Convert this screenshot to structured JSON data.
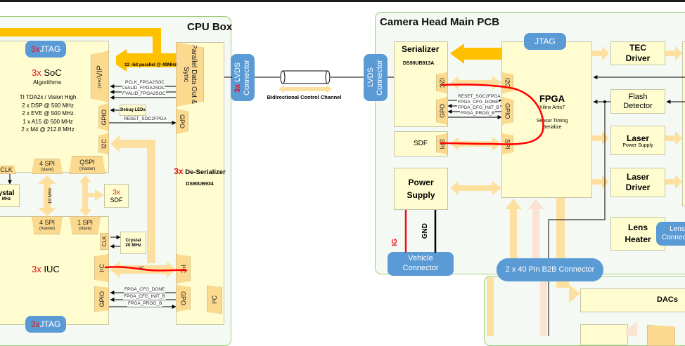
{
  "cpu_box": {
    "title": "CPU Box",
    "soc": {
      "count": "3x",
      "name": "SoC",
      "subtitle": "Algorithms",
      "specs": [
        "TI TDA2x / Vision High",
        "2 x DSP @ 500 MHz",
        "2 x EVE @ 500 MHz",
        "1 x A15 @ 500 MHz",
        "2 x M4 @ 212.8 MHz"
      ],
      "jtag": {
        "count": "3x",
        "label": "JTAG"
      },
      "ports": {
        "vip": "VIP",
        "vip_sub": "(sink)",
        "gpio": "GPIO",
        "i2c": "I2C",
        "clk": "CLK",
        "spi4": "4 SPI",
        "spi4_sub": "(slave)",
        "qspi": "QSPI",
        "qspi_sub": "(master)"
      }
    },
    "parallel_bus_label": "12 -bit parallel @ 40MHz",
    "signals_to_soc": [
      "PCLK_FPGA2SOC",
      "LVALID_FPGA2SOC",
      "FVALID_FPGA2SOC"
    ],
    "debug_leds": "Debug LEDs",
    "reset_signal": "RESET_SOC2FPGA",
    "crystal_left": {
      "line1": "ystal",
      "line2": "MHz"
    },
    "spi_speed": "10 MHz",
    "sdf": {
      "count": "3x",
      "label": "SDF"
    },
    "iuc": {
      "count": "3x",
      "name": "IUC",
      "jtag": {
        "count": "3x",
        "label": "JTAG"
      },
      "ports": {
        "spi4": "4 SPI",
        "spi4_sub": "(master)",
        "spi1": "1 SPI",
        "spi1_sub": "(slave)",
        "clk": "CLK",
        "i2c": "I²C",
        "gpio": "GPIO"
      }
    },
    "crystal_iuc": {
      "line1": "Crystal",
      "line2": "20 MHz"
    },
    "i2c_link_label": "I²C",
    "fpga_cfg_signals": [
      "FPGA_CFG_DONE",
      "FPGA_CFG_INIT_B",
      "FPGA_PROG_B"
    ],
    "deserializer": {
      "count": "3x",
      "name": "De-Serializer",
      "part": "DS90UB934",
      "ports": {
        "parallel": "Parallel Data Out & Sync",
        "gpo": "GPO",
        "i2c": "I²C",
        "gpo2": "GPO",
        "i2c2": "I²C"
      }
    },
    "lvds": {
      "count": "3x",
      "label": "LVDS Connector"
    }
  },
  "cable": {
    "label": "Bidirectional Control Channel"
  },
  "camera_head": {
    "title": "Camera Head Main PCB",
    "lvds": {
      "label": "LVDS Connector"
    },
    "serializer": {
      "name": "Serializer",
      "part": "DS90UB913A",
      "ports": {
        "i2c": "I2C",
        "gpo": "GPO"
      }
    },
    "serializer_signals": [
      "RESET_SOC2FPGA",
      "FPGA_CFG_DONE",
      "FPGA_CFG_INIT_B",
      "FPGA_PROG_B"
    ],
    "sdf": {
      "label": "SDF",
      "port": "SPI"
    },
    "power_supply": {
      "label": "Power Supply"
    },
    "power_wires": {
      "ig": "IG",
      "gnd": "GND"
    },
    "vehicle_connector": "Vehicle Connector",
    "fpga": {
      "name": "FPGA",
      "part": "Xilinx Artix7",
      "func1": "Sensor Timing",
      "func2": "Serialize",
      "jtag": "JTAG",
      "ports": {
        "i2c": "I2C",
        "gpio": "GPIO",
        "spi": "SPI"
      }
    },
    "tec_driver": "TEC Driver",
    "flash_detector": "Flash Detector",
    "laser_ps": {
      "name": "Laser",
      "sub": "Power Supply"
    },
    "laser_driver": "Laser Driver",
    "lens_heater": "Lens Heater",
    "lens_connector": "Lens Connector",
    "b2b_connector": "2 x 40 Pin B2B Connector",
    "dacs": "DACs"
  }
}
